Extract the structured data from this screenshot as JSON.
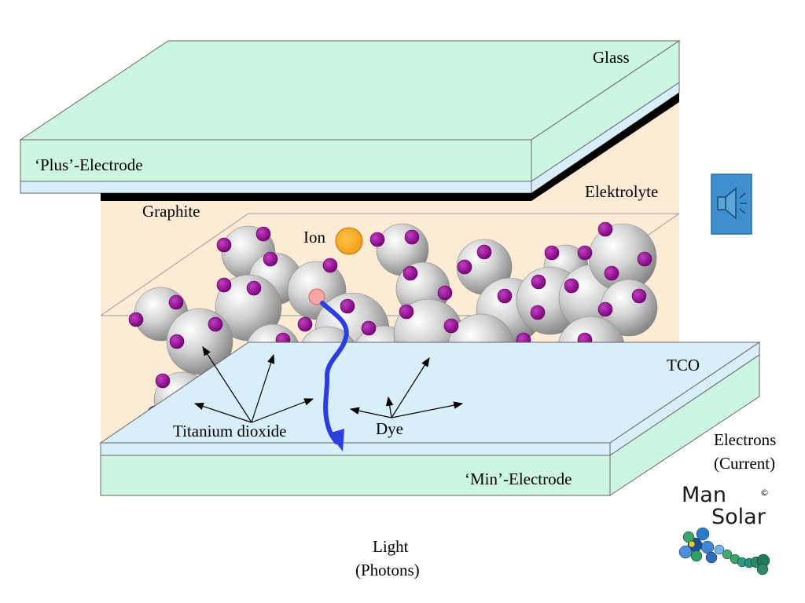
{
  "labels": {
    "glass": "Glass",
    "plus_electrode": "‘Plus’-Electrode",
    "elektrolyte": "Elektrolyte",
    "graphite": "Graphite",
    "ion": "Ion",
    "tco": "TCO",
    "titanium_dioxide": "Titanium dioxide",
    "dye": "Dye",
    "electrons_line1": "Electrons",
    "electrons_line2": "(Current)",
    "min_electrode": "‘Min’-Electrode",
    "light_line1": "Light",
    "light_line2": "(Photons)"
  },
  "logo": {
    "line1": "Man",
    "line2": "Solar",
    "copyright": "©"
  },
  "colors": {
    "glass": "#ccf6e2",
    "tco": "#d8eef8",
    "electrolyte": "#fdebd6",
    "graphite": "#000000",
    "dye": "#8b008b",
    "ion": "#f5a623",
    "electron_path": "#2b3fe0",
    "speaker_button": "#3d8fce"
  },
  "icons": {
    "speaker": "speaker-icon"
  }
}
